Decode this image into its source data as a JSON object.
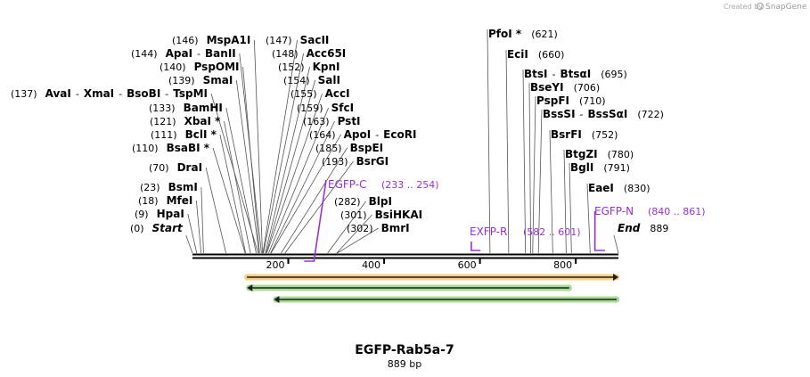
{
  "credit": {
    "prefix": "Created by",
    "brand": "SnapGene"
  },
  "title": "EGFP-Rab5a-7",
  "subtitle": "889 bp",
  "length": 889,
  "ruler_ticks": [
    "200",
    "400",
    "600",
    "800"
  ],
  "colors": {
    "primer": "#9b30d8",
    "feature_orange": "#f5a623",
    "feature_green": "#5fbf3a",
    "arrow_dark": "#1e1e1e"
  },
  "sites": [
    {
      "name": "Start",
      "pos": 0,
      "italic": true
    },
    {
      "name": "HpaI",
      "pos": 9
    },
    {
      "name": "MfeI",
      "pos": 18
    },
    {
      "name": "BsmI",
      "pos": 23
    },
    {
      "name": "DraI",
      "pos": 70
    },
    {
      "name": "BsaBI *",
      "pos": 110
    },
    {
      "name": "BclI *",
      "pos": 111
    },
    {
      "name": "XbaI *",
      "pos": 121
    },
    {
      "name": "BamHI",
      "pos": 133
    },
    {
      "names": [
        "AvaI",
        "XmaI",
        "BsoBI",
        "TspMI"
      ],
      "pos": 137
    },
    {
      "name": "SmaI",
      "pos": 139
    },
    {
      "name": "PspOMI",
      "pos": 140
    },
    {
      "names": [
        "ApaI",
        "BanII"
      ],
      "pos": 144
    },
    {
      "name": "MspA1I",
      "pos": 146
    },
    {
      "name": "SacII",
      "pos": 147
    },
    {
      "name": "Acc65I",
      "pos": 148
    },
    {
      "name": "KpnI",
      "pos": 152
    },
    {
      "name": "SalI",
      "pos": 154
    },
    {
      "name": "AccI",
      "pos": 155
    },
    {
      "name": "SfcI",
      "pos": 159
    },
    {
      "name": "PstI",
      "pos": 163
    },
    {
      "names": [
        "ApoI",
        "EcoRI"
      ],
      "pos": 164
    },
    {
      "name": "BspEI",
      "pos": 185
    },
    {
      "name": "BsrGI",
      "pos": 193
    },
    {
      "name": "BlpI",
      "pos": 282
    },
    {
      "name": "BsiHKAI",
      "pos": 301
    },
    {
      "name": "BmrI",
      "pos": 302
    },
    {
      "name": "PfoI *",
      "pos": 621
    },
    {
      "name": "EciI",
      "pos": 660
    },
    {
      "names": [
        "BtsI",
        "BtsαI"
      ],
      "pos": 695
    },
    {
      "name": "BseYI",
      "pos": 706
    },
    {
      "name": "PspFI",
      "pos": 710
    },
    {
      "names": [
        "BssSI",
        "BssSαI"
      ],
      "pos": 722
    },
    {
      "name": "BsrFI",
      "pos": 752
    },
    {
      "name": "BtgZI",
      "pos": 780
    },
    {
      "name": "BglI",
      "pos": 791
    },
    {
      "name": "EaeI",
      "pos": 830
    },
    {
      "name": "End",
      "pos": 889,
      "italic": true
    }
  ],
  "primers": [
    {
      "name": "EGFP-C",
      "range": "(233 .. 254)",
      "start": 233,
      "end": 254,
      "direction": "forward"
    },
    {
      "name": "EXFP-R",
      "range": "(582 .. 601)",
      "start": 582,
      "end": 601,
      "direction": "reverse"
    },
    {
      "name": "EGFP-N",
      "range": "(840 .. 861)",
      "start": 840,
      "end": 861,
      "direction": "forward"
    }
  ],
  "features": [
    {
      "start": 110,
      "end": 889,
      "direction": "forward",
      "color": "#f5a623"
    },
    {
      "start": 114,
      "end": 790,
      "direction": "reverse",
      "color": "#5fbf3a"
    },
    {
      "start": 170,
      "end": 889,
      "direction": "reverse",
      "color": "#5fbf3a"
    }
  ]
}
